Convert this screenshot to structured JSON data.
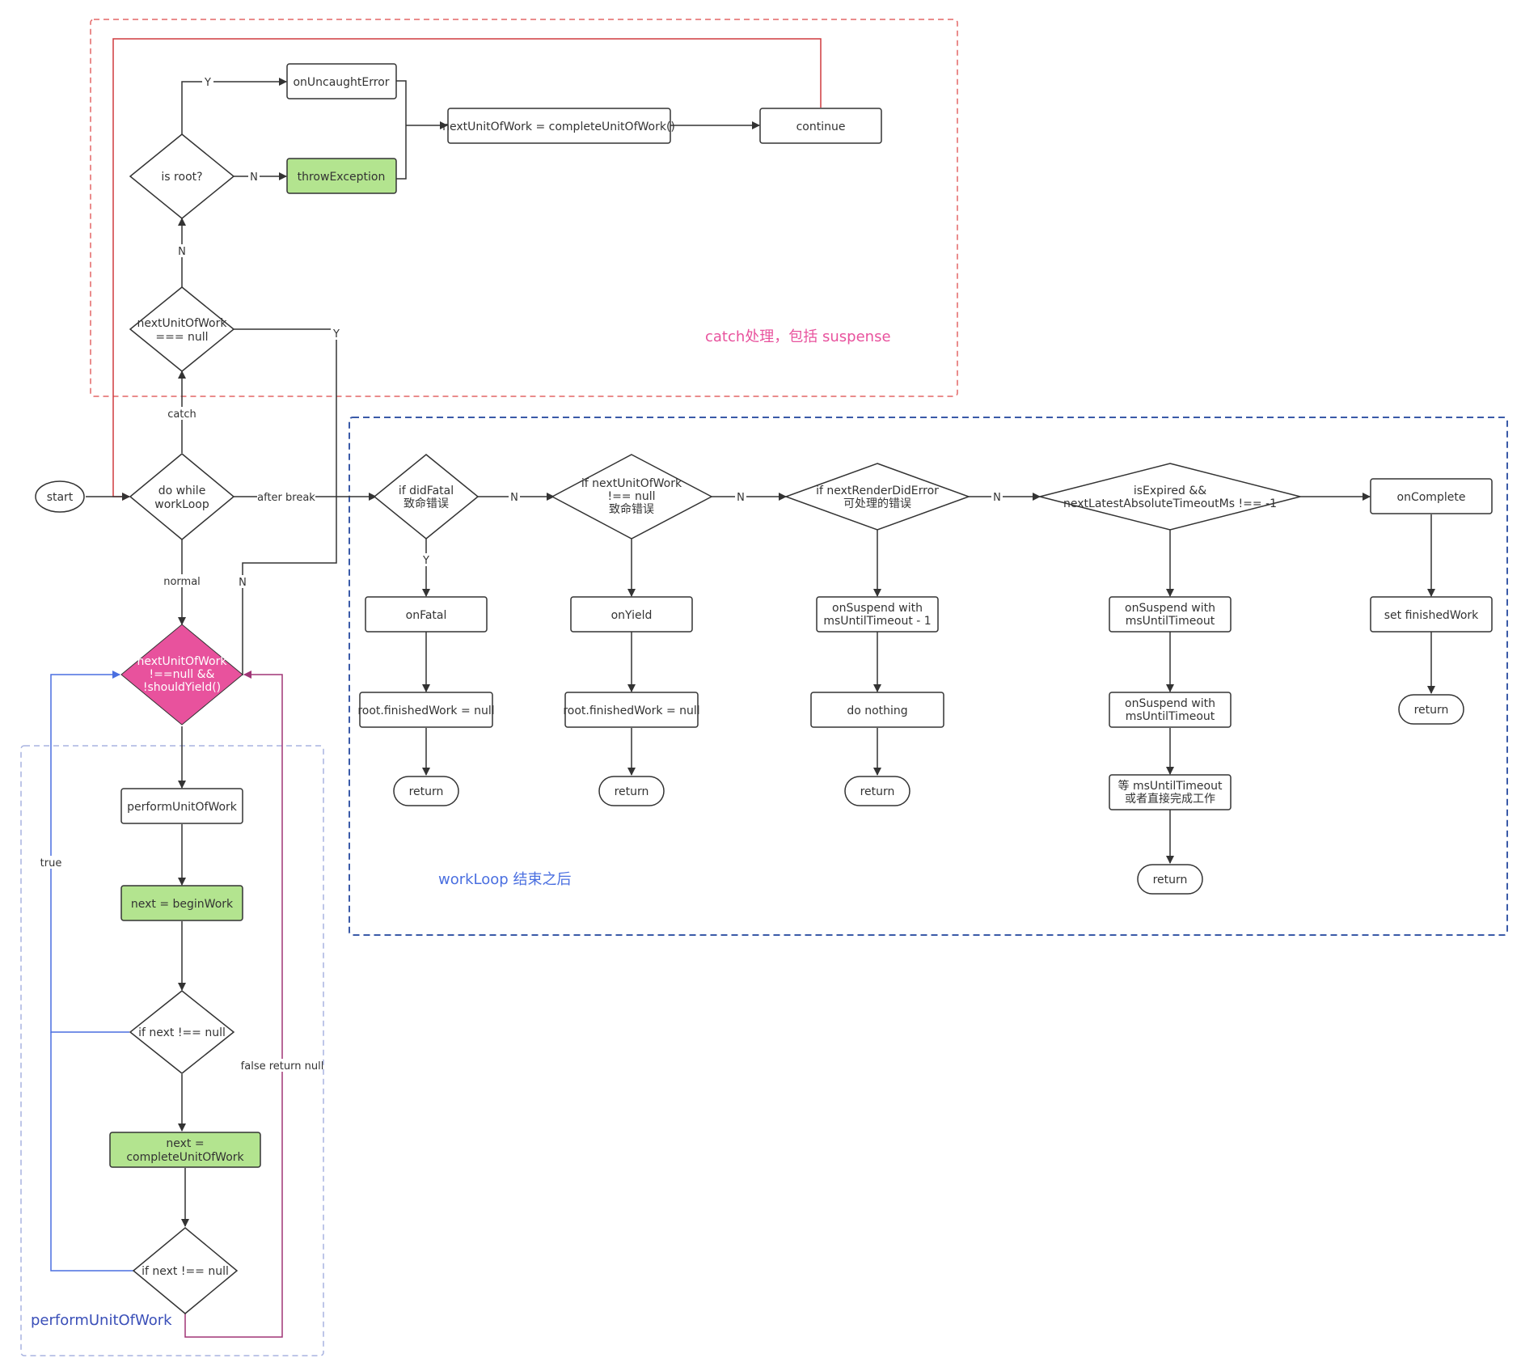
{
  "groups": {
    "catch": "catch处理，包括 suspense",
    "after": "workLoop 结束之后",
    "perform": "performUnitOfWork"
  },
  "nodes": {
    "start": "start",
    "dowhile": [
      "do while",
      "workLoop"
    ],
    "onuncaught": "onUncaughtError",
    "throwexc": "throwException",
    "isroot": "is root?",
    "nextnull": [
      "nextUnitOfWork",
      "=== null"
    ],
    "nextcomplete": "nextUnitOfWork = completeUnitOfWork()",
    "continue": "continue",
    "loopcond": [
      "nextUnitOfWork",
      "!==null &&",
      "!shouldYield()"
    ],
    "perform": "performUnitOfWork",
    "beginwork": "next = beginWork",
    "ifnext1": "if next !== null",
    "completework": [
      "next =",
      "completeUnitOfWork"
    ],
    "ifnext2": "if next !== null",
    "didfatal": [
      "if didFatal",
      "致命错误"
    ],
    "nextnotnull": [
      "if nextUnitOfWork",
      "!== null",
      "致命错误"
    ],
    "rendererror": [
      "if nextRenderDidError",
      "可处理的错误"
    ],
    "isexpired": [
      "isExpired &&",
      "nextLatestAbsoluteTimeoutMs !== -1"
    ],
    "oncomplete": "onComplete",
    "onfatal": "onFatal",
    "finished1": "root.finishedWork = null",
    "return1": "return",
    "onyield": "onYield",
    "finished2": "root.finishedWork = null",
    "return2": "return",
    "onsuspend1": [
      "onSuspend with",
      "msUntilTimeout - 1"
    ],
    "donothing": "do nothing",
    "return3": "return",
    "onsuspend2": [
      "onSuspend with",
      "msUntilTimeout"
    ],
    "onsuspend3": [
      "onSuspend with",
      "msUntilTimeout"
    ],
    "wait": [
      "等 msUntilTimeout",
      "或者直接完成工作"
    ],
    "return4": "return",
    "setfinished": "set finishedWork",
    "return5": "return"
  },
  "edge_labels": {
    "y_top": "Y",
    "n_throw": "N",
    "n_up": "N",
    "y_right": "Y",
    "catch": "catch",
    "after_break": "after break",
    "normal": "normal",
    "n_back": "N",
    "true": "true",
    "false_return": "false return null",
    "n1": "N",
    "y_fatal": "Y",
    "n2": "N",
    "n3": "N"
  },
  "colors": {
    "accent_pink": "#e8529d",
    "green_fill": "#b3e48f",
    "red_loop": "#cf3a3f",
    "blue_loop": "#4a6fe0",
    "purple_loop": "#a03576"
  }
}
